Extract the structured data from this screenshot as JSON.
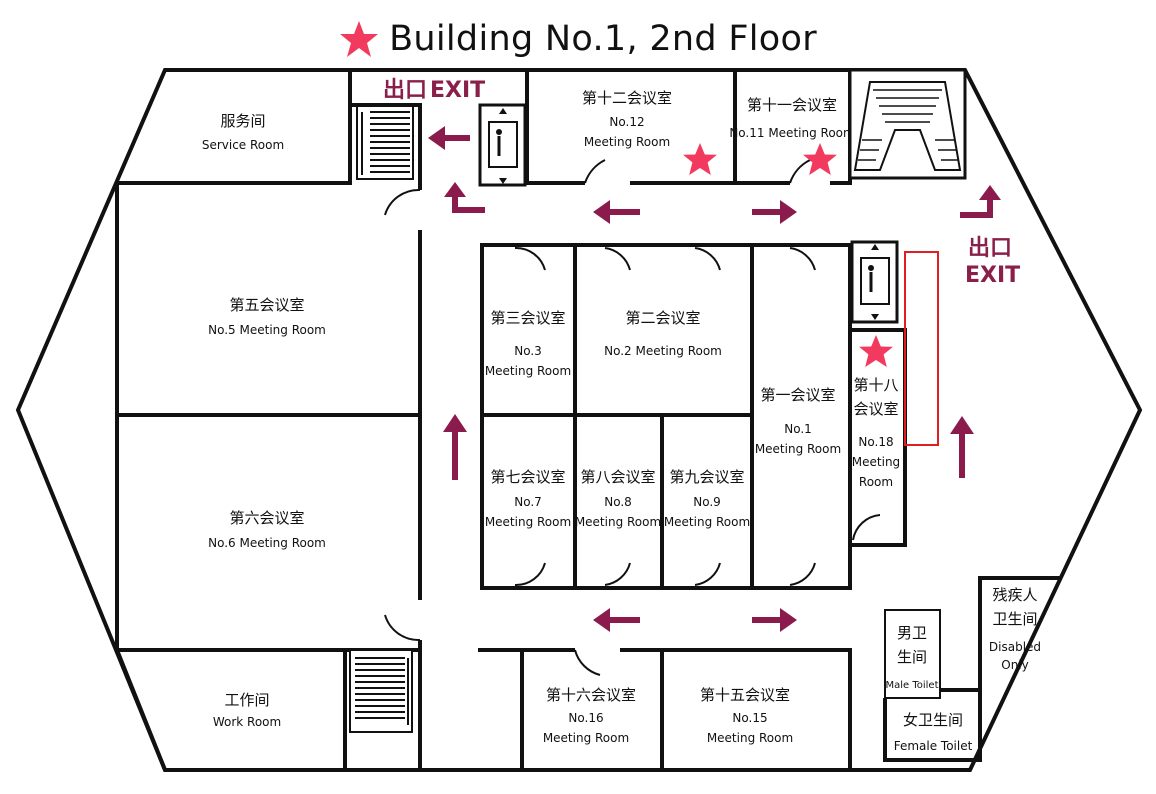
{
  "title": "Building No.1, 2nd Floor",
  "colors": {
    "star": "#f23a5e",
    "arrow": "#8a1b4c",
    "wall": "#111111",
    "highlight": "#e02020"
  },
  "icons": {
    "star": "star-icon",
    "elevator": "elevator-icon",
    "stairs": "stairs-icon"
  },
  "exits": {
    "top": {
      "cn": "出口",
      "en": "EXIT"
    },
    "right": {
      "cn": "出口",
      "en": "EXIT"
    }
  },
  "rooms": {
    "service": {
      "cn": "服务间",
      "en": "Service Room"
    },
    "r12": {
      "cn": "第十二会议室",
      "en1": "No.12",
      "en2": "Meeting Room"
    },
    "r11": {
      "cn": "第十一会议室",
      "en": "No.11 Meeting Room"
    },
    "r5": {
      "cn": "第五会议室",
      "en": "No.5 Meeting Room"
    },
    "r6": {
      "cn": "第六会议室",
      "en": "No.6 Meeting Room"
    },
    "r3": {
      "cn": "第三会议室",
      "en1": "No.3",
      "en2": "Meeting Room"
    },
    "r2": {
      "cn": "第二会议室",
      "en": "No.2 Meeting Room"
    },
    "r1": {
      "cn": "第一会议室",
      "en1": "No.1",
      "en2": "Meeting Room"
    },
    "r18": {
      "cn1": "第十八",
      "cn2": "会议室",
      "en1": "No.18",
      "en2": "Meeting",
      "en3": "Room"
    },
    "r7": {
      "cn": "第七会议室",
      "en1": "No.7",
      "en2": "Meeting Room"
    },
    "r8": {
      "cn": "第八会议室",
      "en1": "No.8",
      "en2": "Meeting Room"
    },
    "r9": {
      "cn": "第九会议室",
      "en1": "No.9",
      "en2": "Meeting Room"
    },
    "work": {
      "cn": "工作间",
      "en": "Work Room"
    },
    "r16": {
      "cn": "第十六会议室",
      "en1": "No.16",
      "en2": "Meeting Room"
    },
    "r15": {
      "cn": "第十五会议室",
      "en1": "No.15",
      "en2": "Meeting Room"
    },
    "male": {
      "cn1": "男卫",
      "cn2": "生间",
      "en": "Male Toilet"
    },
    "female": {
      "cn": "女卫生间",
      "en": "Female Toilet"
    },
    "disabled": {
      "cn1": "残疾人",
      "cn2": "卫生间",
      "en1": "Disabled",
      "en2": "Only"
    }
  }
}
